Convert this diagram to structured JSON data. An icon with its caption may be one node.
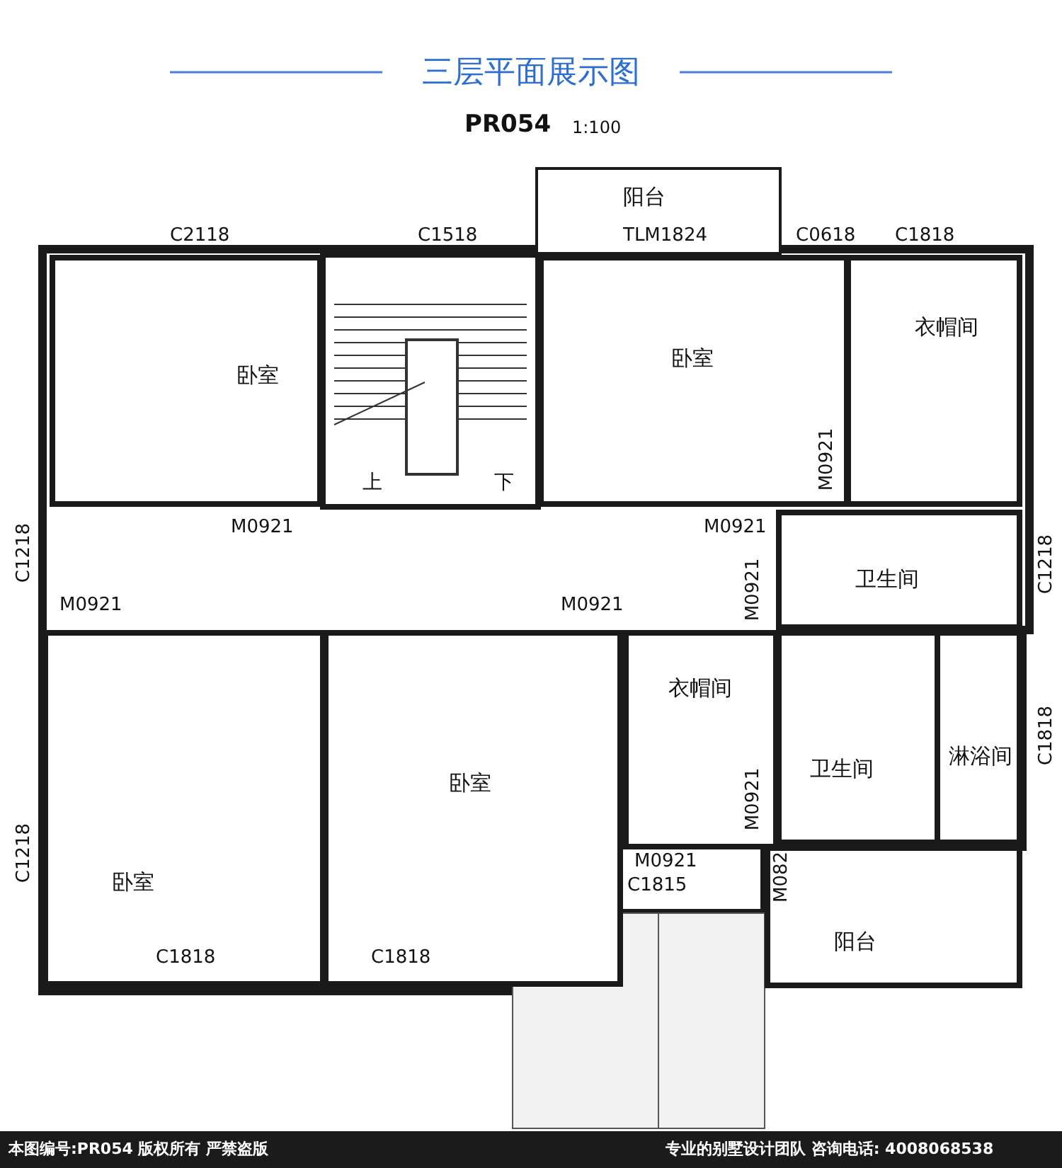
{
  "diagram": {
    "title": "三层平面展示图",
    "nodes": [
      {
        "text": [
          "阳台"
        ]
      },
      {
        "text": [
          "卧室"
        ]
      },
      {
        "text": [
          "卧室"
        ]
      },
      {
        "text": [
          "衣帽间"
        ]
      },
      {
        "text": [
          "卫生间"
        ]
      },
      {
        "text": [
          "衣帽间"
        ]
      },
      {
        "text": [
          "卫生间"
        ]
      },
      {
        "text": [
          "淋浴间"
        ]
      },
      {
        "text": [
          "卧室"
        ]
      },
      {
        "text": [
          "卧室"
        ]
      },
      {
        "text": [
          "阳台"
        ]
      }
    ],
    "labels": [
      "PR054",
      "1:100",
      "C2118",
      "C1518",
      "TLM1824",
      "C0618",
      "C1818",
      "M0921",
      "上",
      "下",
      "M0921",
      "M0921",
      "C1218",
      "C1218",
      "M0921",
      "M0921",
      "M0921",
      "C1818",
      "M0921",
      "C1218",
      "M0921",
      "C1815",
      "M082",
      "C1818",
      "C1818",
      "本图编号:PR054 版权所有 严禁盗版",
      "专业的别墅设计团队 咨询电话: 4008068538"
    ]
  }
}
